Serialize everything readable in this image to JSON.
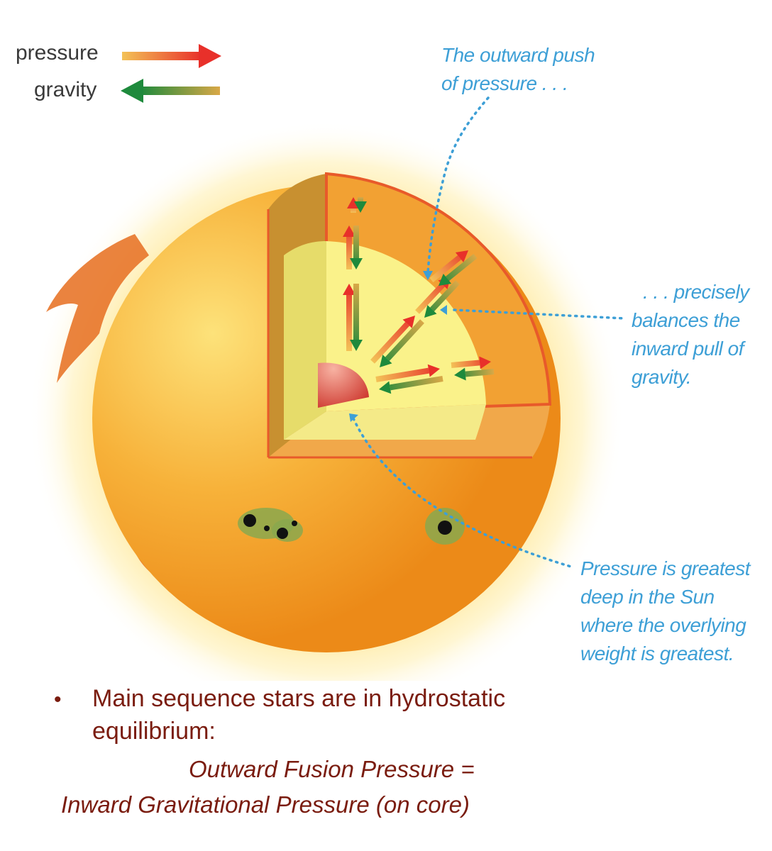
{
  "legend": {
    "pressure": "pressure",
    "gravity": "gravity"
  },
  "callouts": {
    "outward_push": [
      "The outward push",
      "of pressure . . ."
    ],
    "balances": [
      ". . . precisely",
      "balances the",
      "inward pull of",
      "gravity."
    ],
    "greatest": [
      "Pressure is greatest",
      "deep in the Sun",
      "where the overlying",
      "weight is greatest."
    ]
  },
  "text": {
    "bullet": "Main sequence stars are in hydrostatic equilibrium:",
    "equation_line1": "Outward Fusion Pressure =",
    "equation_line2": "Inward Gravitational Pressure (on core)"
  },
  "colors": {
    "pressure_start": "#f3c257",
    "pressure_end": "#e8302a",
    "gravity_start": "#d9a847",
    "gravity_end": "#1e8a3c",
    "callout": "#3d9fd6",
    "text": "#7a1c0f",
    "sun": "#f5a623",
    "core": "#d5382f"
  }
}
